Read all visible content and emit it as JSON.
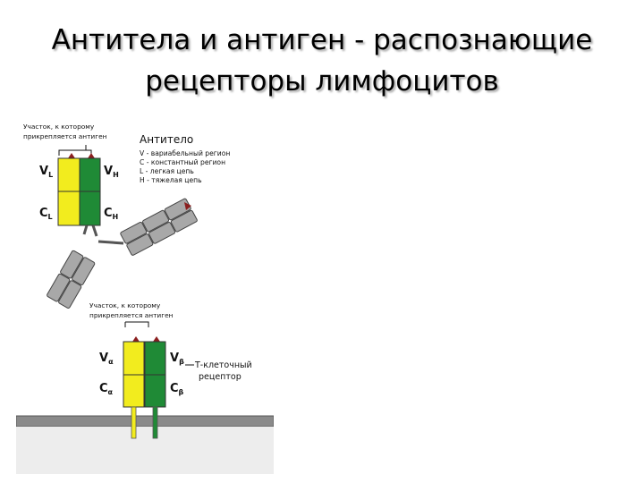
{
  "slide": {
    "title_line1": "Антитела и антиген - распознающие",
    "title_line2": "рецепторы лимфоцитов"
  },
  "antibody": {
    "site_caption_line1": "Участок, к которому",
    "site_caption_line2": "прикрепляется антиген",
    "title": "Антитело",
    "legend": [
      "V - вариабельный регион",
      "C - константный регион",
      "L - легкая цепь",
      "H - тяжелая цепь"
    ],
    "labels": {
      "vl": "V",
      "vl_sub": "L",
      "vh": "V",
      "vh_sub": "H",
      "cl": "C",
      "cl_sub": "L",
      "ch": "C",
      "ch_sub": "H"
    }
  },
  "tcell_receptor": {
    "site_caption_line1": "Участок, к которому",
    "site_caption_line2": "прикрепляется антиген",
    "name_line1": "Т-клеточный",
    "name_line2": "рецептор",
    "labels": {
      "va": "V",
      "va_sub": "α",
      "vb": "V",
      "vb_sub": "β",
      "ca": "C",
      "ca_sub": "α",
      "cb": "C",
      "cb_sub": "β"
    }
  },
  "colors": {
    "light_chain": "#f2ec1e",
    "heavy_chain": "#1f8a36",
    "gray_domain": "#a8a8a8",
    "membrane": "#8a8a8a",
    "antigen_site": "#8b1f1f"
  }
}
